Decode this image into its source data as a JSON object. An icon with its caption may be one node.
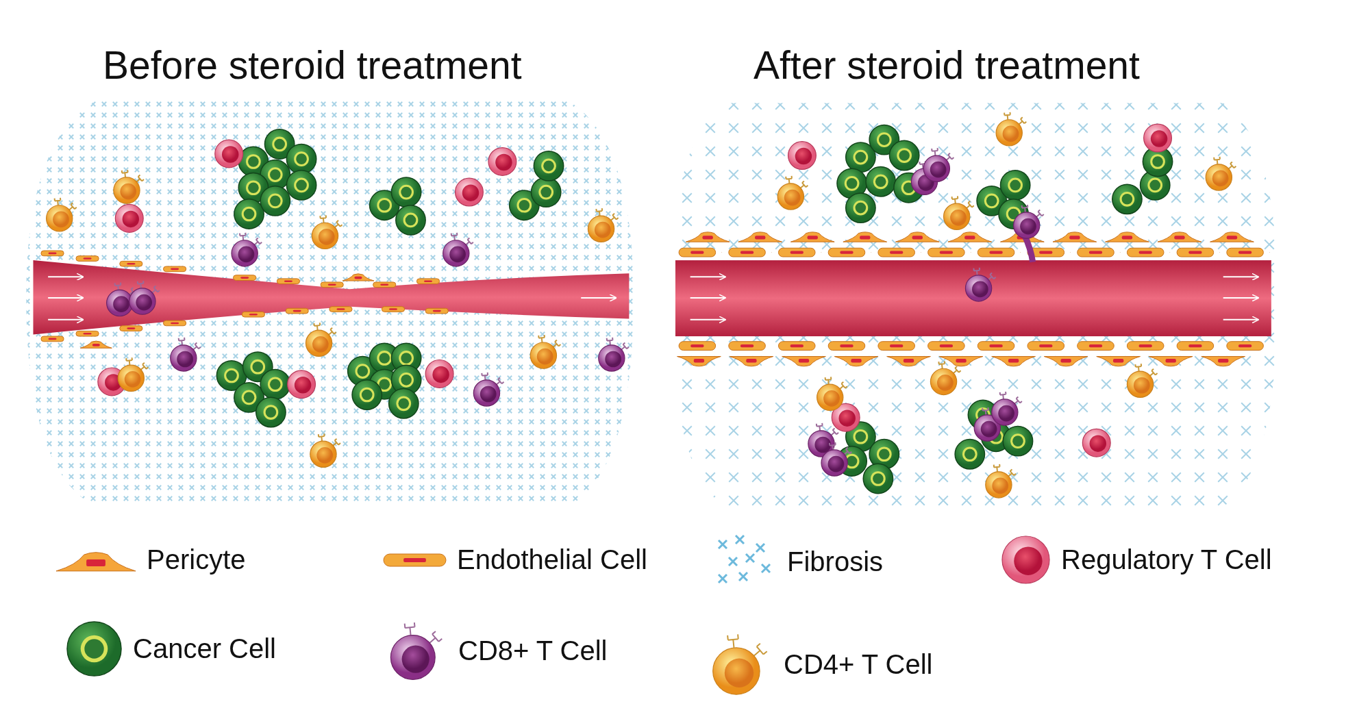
{
  "diagram": {
    "labels": [
      "Before steroid treatment",
      "After steroid treatment"
    ],
    "legend": [
      {
        "text": "Pericyte"
      },
      {
        "text": "Endothelial Cell"
      },
      {
        "text": "Fibrosis"
      },
      {
        "text": "Regulatory T Cell"
      },
      {
        "text": "Cancer Cell"
      },
      {
        "text": "CD8+ T Cell"
      },
      {
        "text": "CD4+ T Cell"
      }
    ]
  }
}
